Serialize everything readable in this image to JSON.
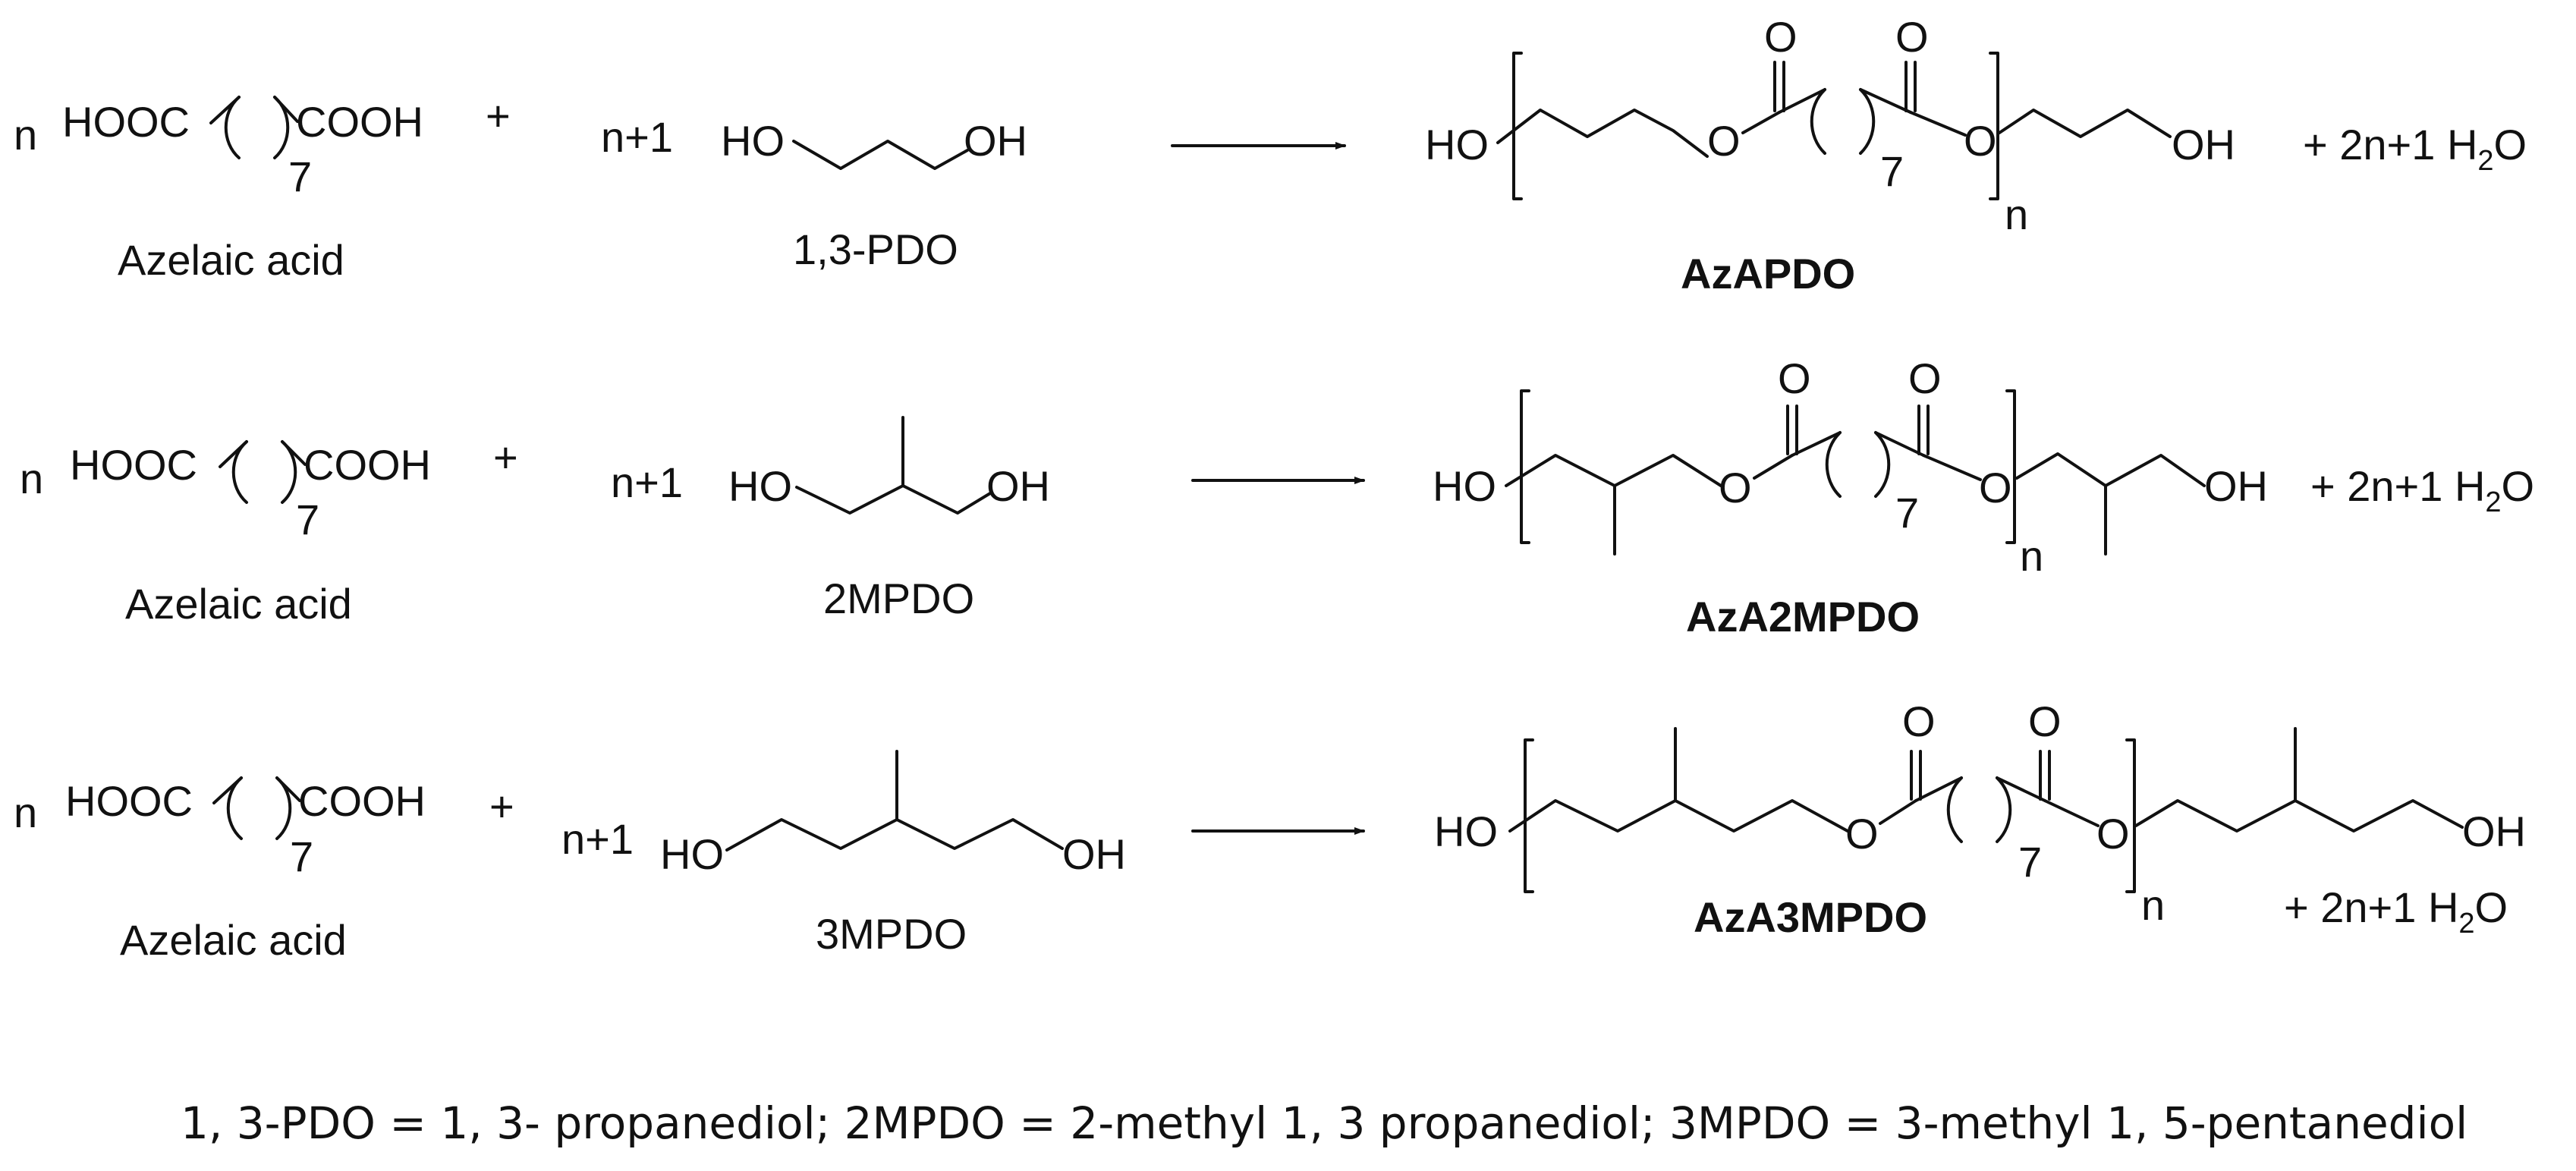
{
  "row1": {
    "coef_acid": "n",
    "acid_left": "HOOC",
    "acid_right": "COOH",
    "acid_repeat": "7",
    "plus1": "+",
    "acid_name": "Azelaic acid",
    "coef_diol": "n+1",
    "diol_left": "HO",
    "diol_right": "OH",
    "diol_name": "1,3-PDO",
    "prod_ho": "HO",
    "prod_o1": "O",
    "prod_o2": "O",
    "prod_co1": "O",
    "prod_co2": "O",
    "prod_repeat": "7",
    "prod_n": "n",
    "prod_oh": "OH",
    "byproduct": "+ 2n+1 H",
    "byproduct_sub": "2",
    "byproduct_end": "O",
    "prod_name": "AzAPDO"
  },
  "row2": {
    "coef_acid": "n",
    "acid_left": "HOOC",
    "acid_right": "COOH",
    "acid_repeat": "7",
    "plus1": "+",
    "acid_name": "Azelaic acid",
    "coef_diol": "n+1",
    "diol_left": "HO",
    "diol_right": "OH",
    "diol_name": "2MPDO",
    "prod_ho": "HO",
    "prod_o1": "O",
    "prod_o2": "O",
    "prod_co1": "O",
    "prod_co2": "O",
    "prod_repeat": "7",
    "prod_n": "n",
    "prod_oh": "OH",
    "byproduct": "+ 2n+1 H",
    "byproduct_sub": "2",
    "byproduct_end": "O",
    "prod_name": "AzA2MPDO"
  },
  "row3": {
    "coef_acid": "n",
    "acid_left": "HOOC",
    "acid_right": "COOH",
    "acid_repeat": "7",
    "plus1": "+",
    "acid_name": "Azelaic acid",
    "coef_diol": "n+1",
    "diol_left": "HO",
    "diol_right": "OH",
    "diol_name": "3MPDO",
    "prod_ho": "HO",
    "prod_o1": "O",
    "prod_o2": "O",
    "prod_co1": "O",
    "prod_co2": "O",
    "prod_repeat": "7",
    "prod_n": "n",
    "prod_oh": "OH",
    "byproduct": "+ 2n+1 H",
    "byproduct_sub": "2",
    "byproduct_end": "O",
    "prod_name": "AzA3MPDO"
  },
  "footnote": "1, 3-PDO = 1, 3- propanediol; 2MPDO = 2-methyl 1, 3 propanediol; 3MPDO = 3-methyl 1, 5-pentanediol"
}
